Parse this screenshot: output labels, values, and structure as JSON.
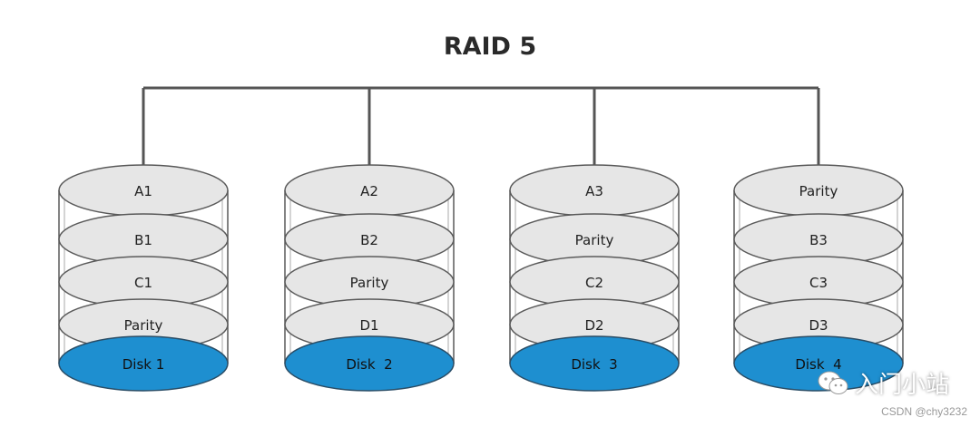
{
  "title": "RAID 5",
  "disks": [
    {
      "label": "Disk 1",
      "blocks": [
        "A1",
        "B1",
        "C1",
        "Parity"
      ]
    },
    {
      "label": "Disk  2",
      "blocks": [
        "A2",
        "B2",
        "Parity",
        "D1"
      ]
    },
    {
      "label": "Disk  3",
      "blocks": [
        "A3",
        "Parity",
        "C2",
        "D2"
      ]
    },
    {
      "label": "Disk  4",
      "blocks": [
        "Parity",
        "B3",
        "C3",
        "D3"
      ]
    }
  ],
  "colors": {
    "block_fill": "#e6e6e6",
    "block_stroke": "#5a5a5a",
    "disk_fill": "#1e8fd0",
    "line": "#555555"
  },
  "watermark": {
    "brand": "入门小站",
    "credit": "CSDN @chy3232",
    "logo_icon": "wechat-icon"
  }
}
